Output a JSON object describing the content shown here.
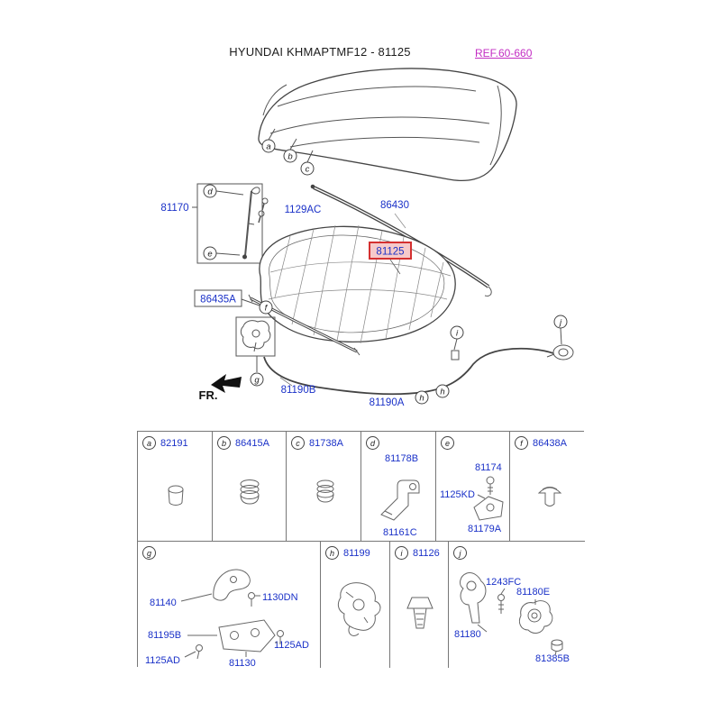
{
  "header": {
    "title": "HYUNDAI KHMAPTMF12 - 81125",
    "ref_link": "REF.60-660"
  },
  "colors": {
    "part_link": "#1a31c8",
    "ref_link": "#c32cc3",
    "highlight": "#d43030",
    "highlight_fill": "#f6caca"
  },
  "diagram": {
    "fr_label": "FR.",
    "callout_a": "a",
    "callout_b": "b",
    "callout_c": "c",
    "callout_d": "d",
    "callout_e": "e",
    "callout_f": "f",
    "callout_g": "g",
    "callout_h": "h",
    "callout_i": "i",
    "callout_j": "j",
    "labels": {
      "stay_rod": "81170",
      "grommet": "1129AC",
      "weatherstrip": "86430",
      "insulator_pad": "81125",
      "hood_strip": "86435A",
      "cable_front": "81190B",
      "cable_rear": "81190A"
    }
  },
  "table": {
    "a": {
      "letter": "a",
      "code": "82191"
    },
    "b": {
      "letter": "b",
      "code": "86415A"
    },
    "c": {
      "letter": "c",
      "code": "81738A"
    },
    "d": {
      "letter": "d",
      "code_top": "81178B",
      "code_bottom": "81161C"
    },
    "e": {
      "letter": "e",
      "code1": "81174",
      "code2": "1125KD",
      "code3": "81179A"
    },
    "f": {
      "letter": "f",
      "code": "86438A"
    },
    "g": {
      "letter": "g",
      "code1": "81140",
      "code2": "1130DN",
      "code3": "81195B",
      "code4": "1125AD",
      "code5": "1125AD",
      "code6": "81130"
    },
    "h": {
      "letter": "h",
      "code": "81199"
    },
    "i": {
      "letter": "i",
      "code": "81126"
    },
    "j": {
      "letter": "j",
      "code1": "1243FC",
      "code2": "81180E",
      "code3": "81180",
      "code4": "81385B"
    }
  }
}
